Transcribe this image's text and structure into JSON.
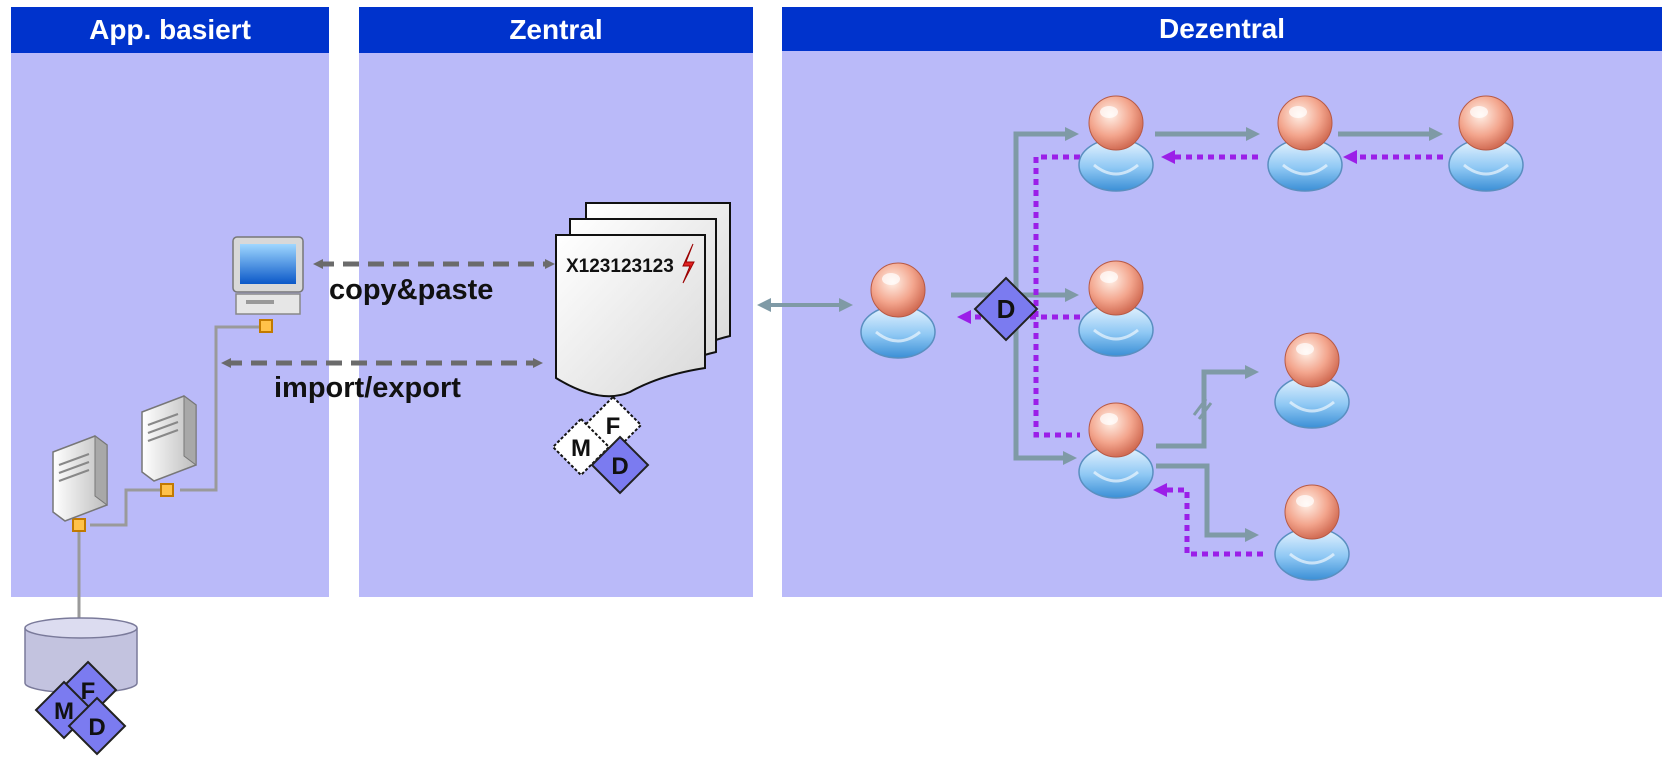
{
  "panels": {
    "app": {
      "title": "App. basiert"
    },
    "central": {
      "title": "Zentral"
    },
    "decentral": {
      "title": "Dezentral"
    }
  },
  "labels": {
    "copy_paste": "copy&paste",
    "import_export": "import/export",
    "document_id": "X123123123"
  },
  "badges": {
    "m": "M",
    "f": "F",
    "d": "D"
  },
  "colors": {
    "header": "#0033cc",
    "panel": "#babaf9",
    "arrow_gray": "#7f9aa6",
    "arrow_dark": "#6b6b6b",
    "arrow_purple": "#9b1fe8",
    "badge": "#7b7bf0"
  },
  "icons": [
    "desktop-computer-icon",
    "server-icon",
    "database-icon",
    "document-stack-icon",
    "user-icon"
  ]
}
